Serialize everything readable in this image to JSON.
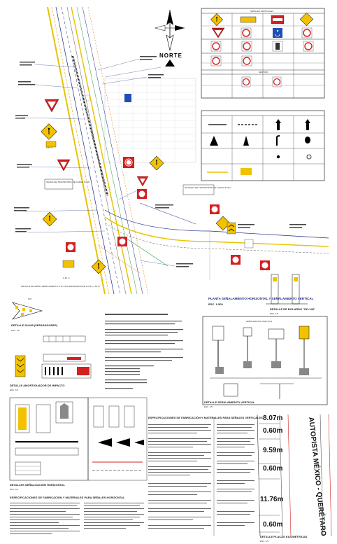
{
  "north_label": "NORTE",
  "legend_title": "SEÑALES VERTICALES",
  "legend_section": "SENTIDO",
  "detail_titles": {
    "plan_view": "PLANTA SEÑALAMIENTO HORIZONTAL Y SEÑALAMIENTO VERTICAL",
    "plan_scale": "ESC. 1:500",
    "bollard": "DETALLE DE BOLARDO \"DD-148\"",
    "bollard_scale": "ESC. 1/5",
    "delineators": "DETALLE SH-M5 (SEPARADORES)",
    "delineators_scale": "ESC. 1/5",
    "impact": "DETALLE AMORTIGUADOR DE IMPACTO",
    "impact_scale": "ESC. 1/5",
    "vertical": "DETALLE SEÑALAMIENTO VERTICAL",
    "vertical_scale": "ESC. 1/5",
    "horizontal": "DETALLES SEÑALIZACIÓN HORIZONTAL",
    "horizontal_scale": "ESC. 1/5",
    "spec_horizontal": "ESPECIFICACIONES DE FABRICACIÓN Y MATERIALES PARA SEÑALES HORIZONTAL",
    "spec_vertical": "ESPECIFICACIONES DE FABRICACIÓN Y MATERIALES PARA SEÑALES VERTICALES",
    "milestones": "DETALLE PLACAS KILOMÉTRICAS",
    "milestones_scale": "ESC. 1/5",
    "vertical_signage": "SEÑALIZACIÓN VERTICAL",
    "delineator_code": "M-5"
  },
  "callouts": {
    "truck_route": "SALIDA DE TRANSPORTE DE CARGA 5 MIN",
    "truck_entry": "ENTRADA DE TRANSPORTE DE CARGA 5 MIN",
    "distance_1": "A 60 m",
    "distance_2": "A 40 m",
    "detail_note": "DETALLE DE SEÑAL SEÑALAMIENTO 0-12 CON SEPARADOR DE 1.8 M A 1.52 M"
  },
  "highway_label": "AUTOPISTA MÉXICO - QUERÉTARO",
  "milestone_distances": [
    "8.07m",
    "0.60m",
    "9.59m",
    "0.60m",
    "11.76m",
    "0.60m"
  ],
  "colors": {
    "road_yellow": "#e8c400",
    "sign_red": "#d42020",
    "sign_blue": "#1f4fb5",
    "plan_blue": "#1a2a8a",
    "orange": "#e08a1e",
    "green": "#2a9a3a"
  },
  "icons": [
    "north-arrow-icon",
    "pedestrian-sign-icon",
    "yield-sign-icon",
    "no-entry-sign-icon",
    "parking-sign-icon",
    "accessible-parking-icon",
    "stop-sign-icon"
  ]
}
